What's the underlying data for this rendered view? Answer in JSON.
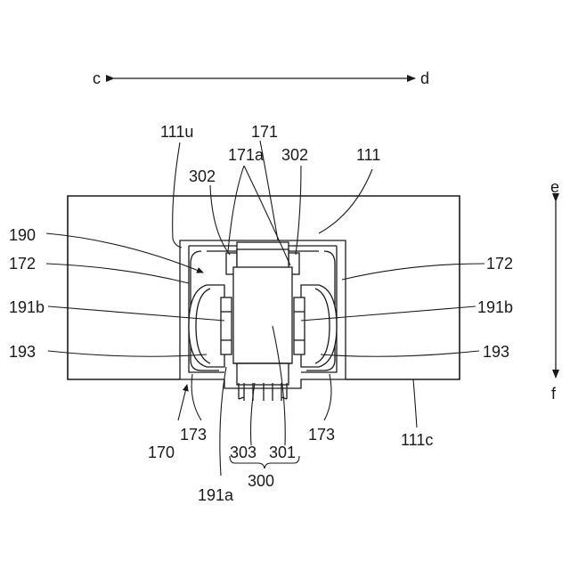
{
  "labels": {
    "c": "c",
    "d": "d",
    "e": "e",
    "f": "f",
    "l111u": "111u",
    "l171": "171",
    "l171a": "171a",
    "l302_left": "302",
    "l302_right": "302",
    "l111": "111",
    "l190": "190",
    "l172_left": "172",
    "l172_right": "172",
    "l191b_left": "191b",
    "l191b_right": "191b",
    "l193_left": "193",
    "l193_right": "193",
    "l170": "170",
    "l173_left": "173",
    "l173_right": "173",
    "l111c": "111c",
    "l303": "303",
    "l301": "301",
    "l300": "300",
    "l191a": "191a"
  }
}
